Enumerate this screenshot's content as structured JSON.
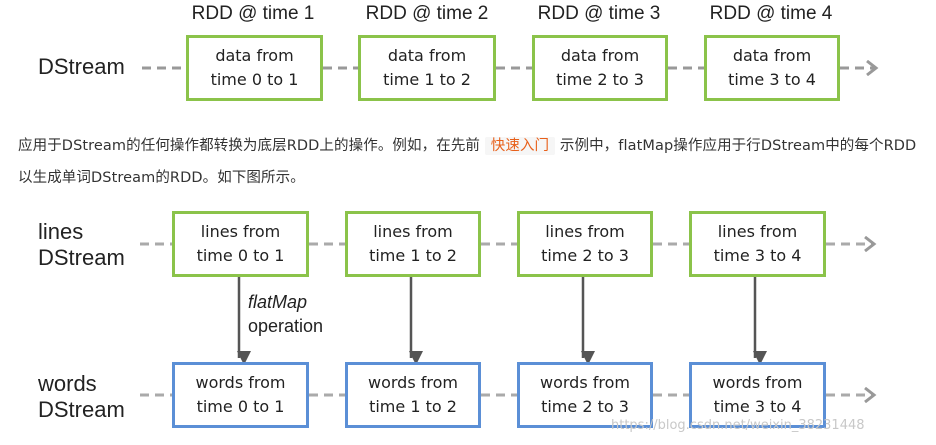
{
  "top_diagram": {
    "stream_label": "DStream",
    "rdd_headers": [
      "RDD @ time 1",
      "RDD @ time 2",
      "RDD @ time 3",
      "RDD @ time 4"
    ],
    "boxes": [
      {
        "line1": "data from",
        "line2": "time 0 to 1"
      },
      {
        "line1": "data from",
        "line2": "time 1 to 2"
      },
      {
        "line1": "data from",
        "line2": "time 2 to 3"
      },
      {
        "line1": "data from",
        "line2": "time 3 to 4"
      }
    ]
  },
  "paragraph": {
    "part1": "应用于DStream的任何操作都转换为底层RDD上的操作。例如，在先前 ",
    "link": "快速入门",
    "part2": " 示例中，flatMap操作应用于行DStream中的每个RDD以生成单词DStream的RDD。如下图所示。"
  },
  "bottom_diagram": {
    "lines_label": {
      "line1": "lines",
      "line2": "DStream"
    },
    "words_label": {
      "line1": "words",
      "line2": "DStream"
    },
    "lines_boxes": [
      {
        "line1": "lines from",
        "line2": "time 0 to 1"
      },
      {
        "line1": "lines from",
        "line2": "time 1 to 2"
      },
      {
        "line1": "lines from",
        "line2": "time 2 to 3"
      },
      {
        "line1": "lines from",
        "line2": "time 3 to 4"
      }
    ],
    "words_boxes": [
      {
        "line1": "words from",
        "line2": "time 0 to 1"
      },
      {
        "line1": "words from",
        "line2": "time 1 to 2"
      },
      {
        "line1": "words from",
        "line2": "time 2 to 3"
      },
      {
        "line1": "words from",
        "line2": "time 3 to 4"
      }
    ],
    "operation": {
      "name": "flatMap",
      "suffix": "operation"
    }
  },
  "watermark": "https://blog.csdn.net/weixin_38231448",
  "colors": {
    "green_border": "#8bc34a",
    "blue_border": "#5b8fd6",
    "arrow_gray": "#999999",
    "link": "#e8601a"
  }
}
